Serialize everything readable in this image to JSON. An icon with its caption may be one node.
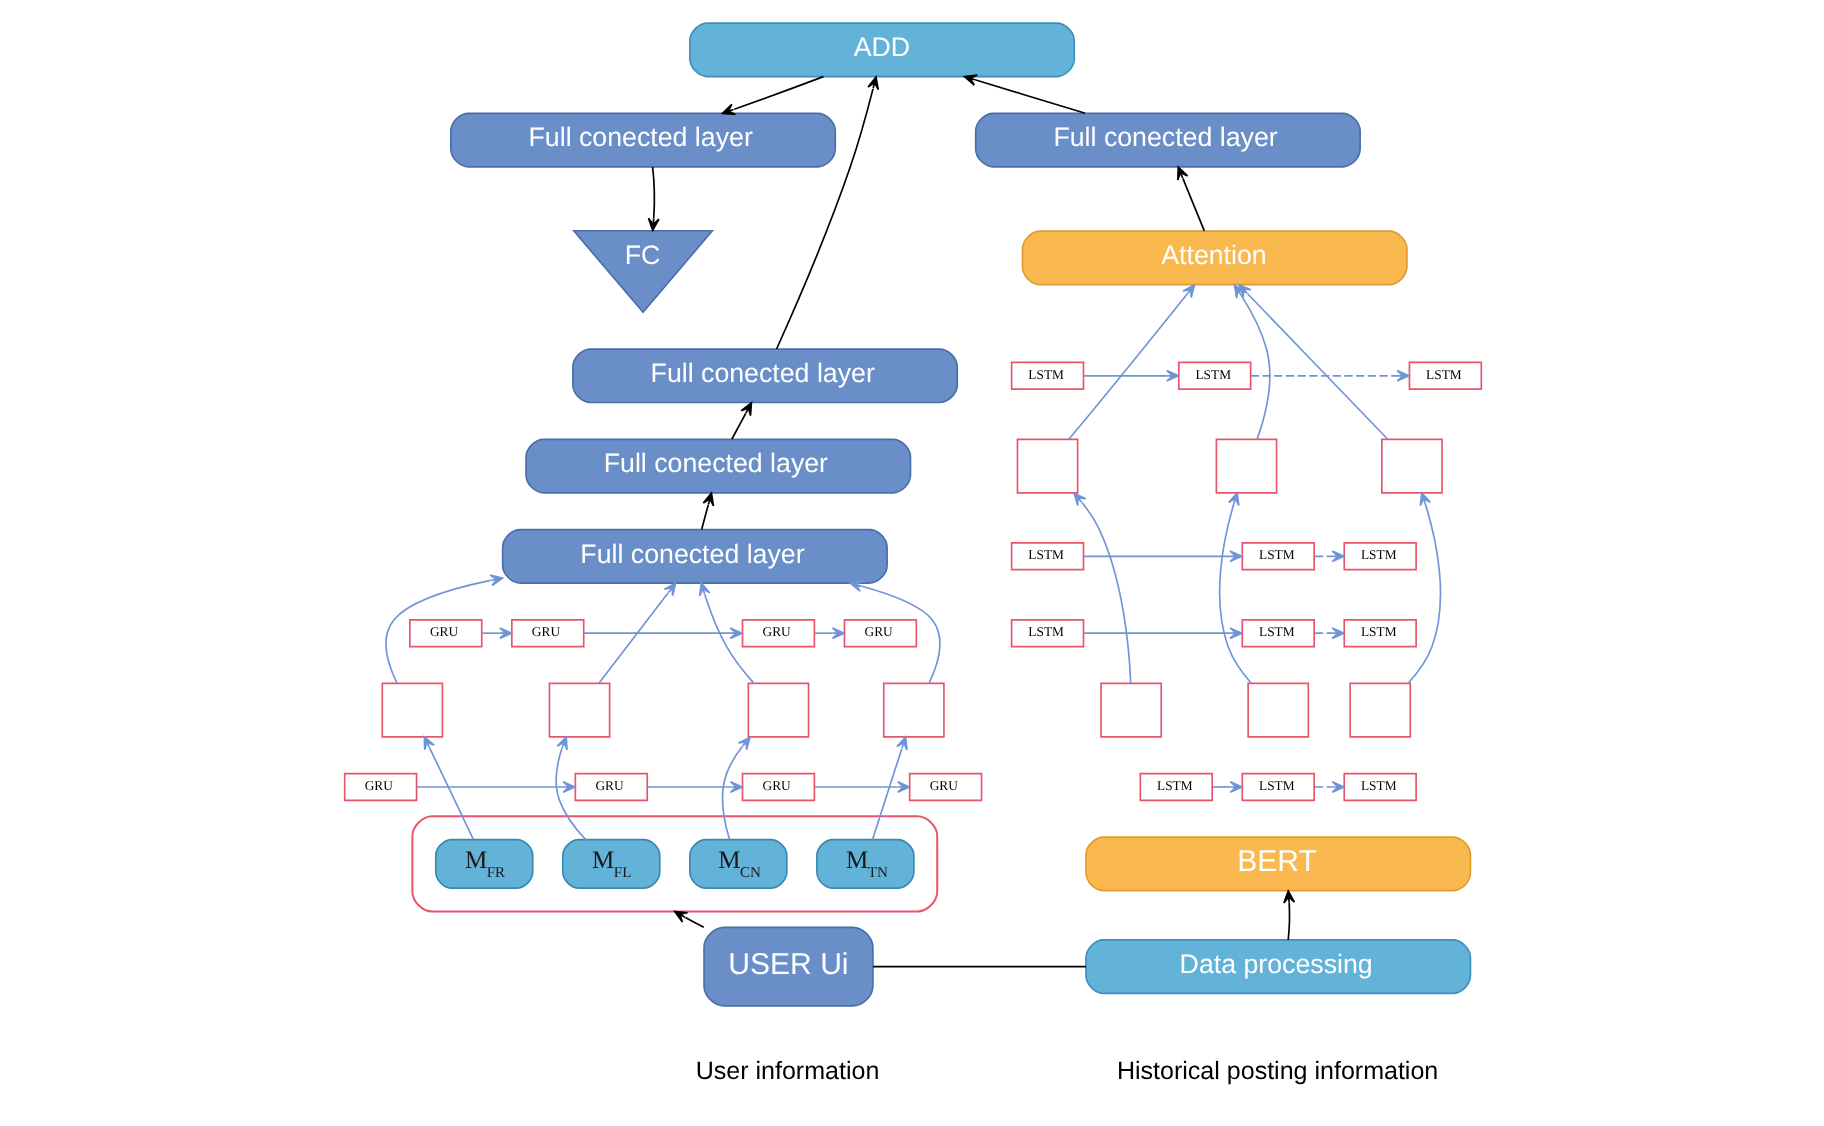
{
  "diagram": {
    "nodes": [
      {
        "text": [
          "ADD"
        ]
      },
      {
        "text": [
          "Full conected layer"
        ]
      },
      {
        "text": [
          "FC"
        ]
      },
      {
        "text": [
          "Full conected layer"
        ]
      },
      {
        "text": [
          "Full conected layer"
        ]
      },
      {
        "text": [
          "Attention"
        ]
      },
      {
        "text": [
          "Full conected layer"
        ]
      },
      {
        "text": [
          "Full conected layer"
        ]
      },
      {
        "text": [],
        "shape": "box"
      },
      {
        "text": [],
        "shape": "box"
      },
      {
        "text": [],
        "shape": "box"
      },
      {
        "text": [
          "LSTM"
        ]
      },
      {
        "text": [
          "LSTM"
        ]
      },
      {
        "text": [
          "LSTM"
        ]
      },
      {
        "text": [
          "LSTM"
        ]
      },
      {
        "text": [
          "LSTM"
        ]
      },
      {
        "text": [
          "LSTM"
        ]
      },
      {
        "text": [],
        "shape": "box"
      },
      {
        "text": [],
        "shape": "box"
      },
      {
        "text": [],
        "shape": "box"
      },
      {
        "text": [],
        "shape": "box"
      },
      {
        "text": [
          "GRU"
        ]
      },
      {
        "text": [
          "GRU"
        ]
      },
      {
        "text": [
          "GRU"
        ]
      },
      {
        "text": [
          "GRU"
        ]
      },
      {
        "text": [
          "GRU"
        ]
      },
      {
        "text": [
          "GRU"
        ]
      },
      {
        "text": [
          "GRU"
        ]
      },
      {
        "text": [
          "GRU"
        ]
      },
      {
        "text": [],
        "shape": "box"
      },
      {
        "text": [],
        "shape": "box"
      },
      {
        "text": [],
        "shape": "box"
      },
      {
        "text": [
          "LSTM"
        ]
      },
      {
        "text": [
          "LSTM"
        ]
      },
      {
        "text": [
          "LSTM"
        ]
      },
      {
        "text": [
          "LSTM"
        ]
      },
      {
        "text": [
          "LSTM"
        ]
      },
      {
        "text": [
          "LSTM"
        ]
      },
      {
        "text": [],
        "shape": "box"
      },
      {
        "text": [
          "M$_{FR}$"
        ],
        "in": 38
      },
      {
        "text": [
          "M$_{FL}$"
        ],
        "in": 38
      },
      {
        "text": [
          "M$_{CN}$"
        ],
        "in": 38
      },
      {
        "text": [
          "M$_{TN}$"
        ],
        "in": 38
      },
      {
        "text": [
          "BERT"
        ]
      },
      {
        "text": [
          "USER Ui"
        ]
      },
      {
        "text": [
          "Data processing"
        ]
      }
    ],
    "edges": [
      {
        "from": 0,
        "to": 1,
        "arrow": "to",
        "color": "#000000"
      },
      {
        "from": 1,
        "to": 2,
        "arrow": "to",
        "color": "#000000"
      },
      {
        "from": 3,
        "to": 0,
        "arrow": "to",
        "color": "#000000"
      },
      {
        "from": 4,
        "to": 0,
        "arrow": "to",
        "color": "#000000"
      },
      {
        "from": 5,
        "to": 4,
        "arrow": "to",
        "color": "#000000"
      },
      {
        "from": 6,
        "to": 3,
        "arrow": "to",
        "color": "#000000"
      },
      {
        "from": 7,
        "to": 6,
        "arrow": "to",
        "color": "#000000"
      },
      {
        "from": 8,
        "to": 5,
        "arrow": "to"
      },
      {
        "from": 9,
        "to": 5,
        "arrow": "to"
      },
      {
        "from": 10,
        "to": 5,
        "arrow": "to"
      },
      {
        "from": 11,
        "to": 12,
        "arrow": "to"
      },
      {
        "from": 12,
        "to": 13,
        "arrow": "to",
        "style": "dashed"
      },
      {
        "from": 14,
        "to": 15,
        "arrow": "to"
      },
      {
        "from": 15,
        "to": 16,
        "arrow": "to",
        "style": "dashed"
      },
      {
        "from": 17,
        "to": 7,
        "arrow": "to"
      },
      {
        "from": 18,
        "to": 7,
        "arrow": "to"
      },
      {
        "from": 19,
        "to": 7,
        "arrow": "to"
      },
      {
        "from": 20,
        "to": 7,
        "arrow": "to"
      },
      {
        "from": 21,
        "to": 22,
        "arrow": "to"
      },
      {
        "from": 22,
        "to": 23,
        "arrow": "to"
      },
      {
        "from": 23,
        "to": 24,
        "arrow": "to"
      },
      {
        "from": 25,
        "to": 26,
        "arrow": "to"
      },
      {
        "from": 26,
        "to": 27,
        "arrow": "to"
      },
      {
        "from": 27,
        "to": 28,
        "arrow": "to"
      },
      {
        "from": 29,
        "to": 8,
        "arrow": "to"
      },
      {
        "from": 30,
        "to": 9,
        "arrow": "to"
      },
      {
        "from": 31,
        "to": 10,
        "arrow": "to"
      },
      {
        "from": 32,
        "to": 33,
        "arrow": "to"
      },
      {
        "from": 33,
        "to": 34,
        "arrow": "to",
        "style": "dashed"
      },
      {
        "from": 35,
        "to": 36,
        "arrow": "to"
      },
      {
        "from": 36,
        "to": 37,
        "arrow": "to",
        "style": "dashed"
      },
      {
        "from": 39,
        "to": 17,
        "arrow": "to"
      },
      {
        "from": 40,
        "to": 18,
        "arrow": "to"
      },
      {
        "from": 41,
        "to": 19,
        "arrow": "to"
      },
      {
        "from": 42,
        "to": 20,
        "arrow": "to"
      },
      {
        "from": 45,
        "to": 43,
        "arrow": "to",
        "color": "#000000"
      },
      {
        "from": 44,
        "to": 45,
        "arrow": "none",
        "color": "#000000"
      },
      {
        "from": 44,
        "to": 38,
        "arrow": "to",
        "color": "#000000"
      }
    ],
    "labels": [
      "User information",
      "Historical posting information"
    ]
  }
}
